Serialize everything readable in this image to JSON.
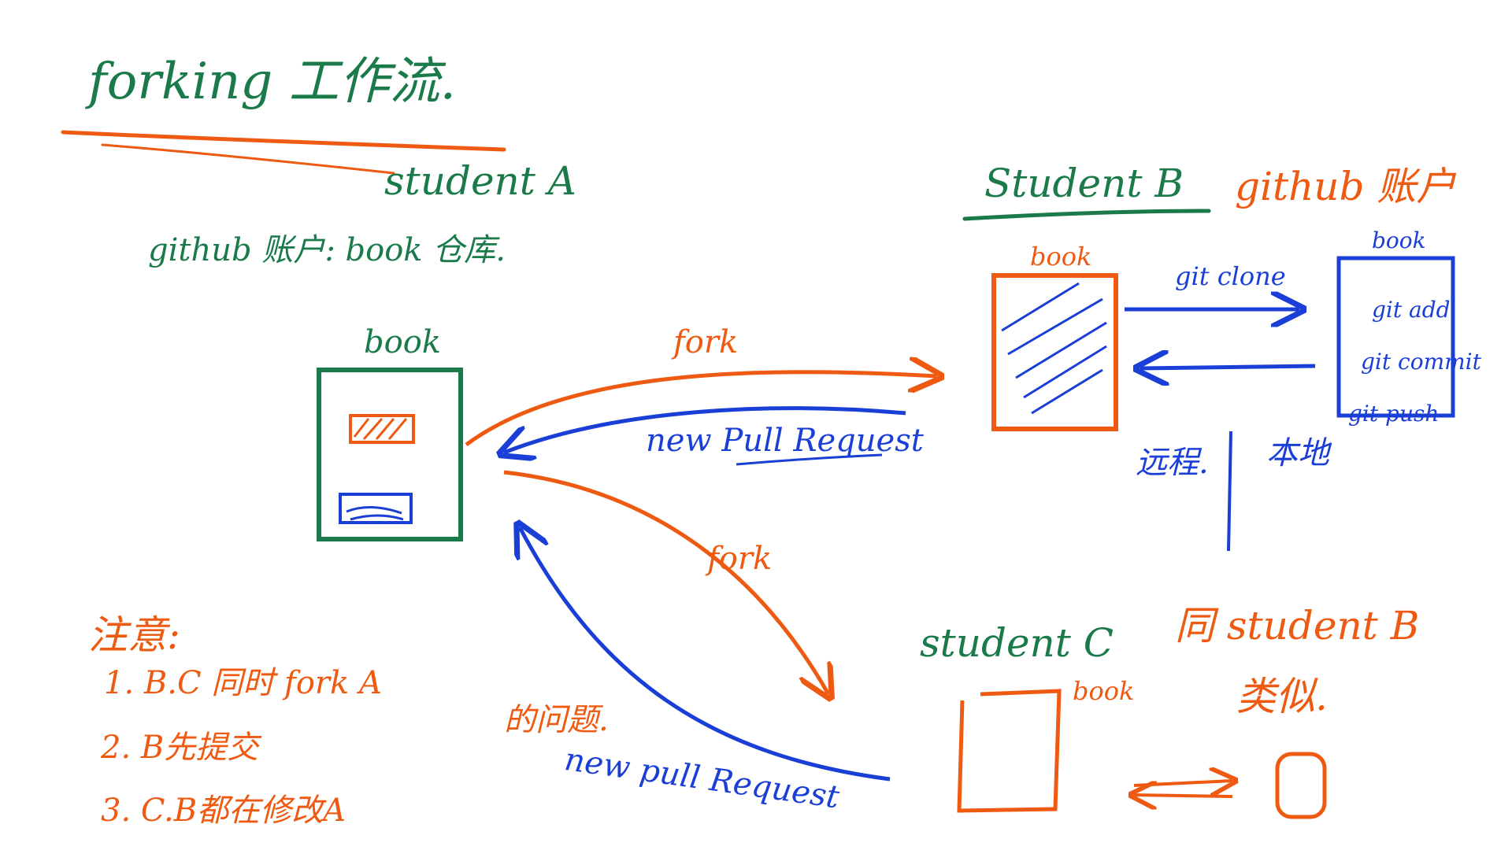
{
  "title": "forking 工作流.",
  "student_a": {
    "name": "student A",
    "account_line": "github 账户:  book 仓库.",
    "book_label": "book"
  },
  "student_b": {
    "name": "Student B",
    "account": "github 账户",
    "remote_book_label": "book",
    "local_book_label": "book",
    "clone_label": "git clone",
    "commands": [
      "git add",
      "git commit",
      "git push"
    ],
    "remote_label": "远程.",
    "local_label": "本地"
  },
  "student_c": {
    "name": "student C",
    "same_as": "同 student B",
    "similar": "类似.",
    "book_label": "book"
  },
  "flows": {
    "fork_b": "fork",
    "fork_c": "fork",
    "pr_b": "new Pull Request",
    "pr_c": "new pull Request"
  },
  "notes": {
    "heading": "注意:",
    "items": [
      "1. B.C 同时 fork A",
      "2. B先提交",
      "3. C.B都在修改A"
    ],
    "side_note": "的问题."
  },
  "colors": {
    "green": "#1a7a4a",
    "orange": "#ef5a12",
    "blue": "#1a3fd6"
  }
}
